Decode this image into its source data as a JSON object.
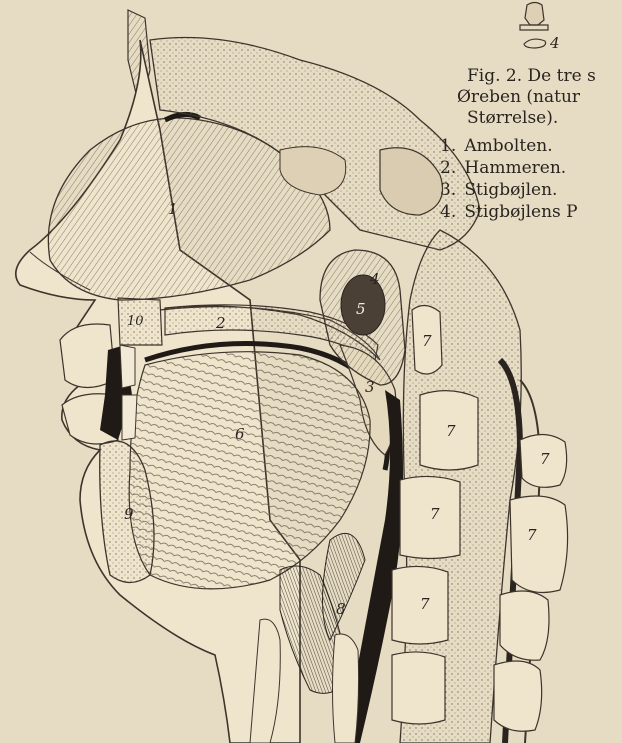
{
  "figure_caption": {
    "fig_line": "Fig. 2.  De tre s",
    "line2": "Øreben (natur",
    "line3": "Størrelse)."
  },
  "legend": [
    {
      "num": "1.",
      "text": "Ambolten."
    },
    {
      "num": "2.",
      "text": "Hammeren."
    },
    {
      "num": "3.",
      "text": "Stigbøjlen."
    },
    {
      "num": "4.",
      "text": "Stigbøjlens P"
    }
  ],
  "small_bone_number": "4",
  "region_labels": [
    "1",
    "2",
    "3",
    "4",
    "5",
    "6",
    "7",
    "7",
    "7",
    "7",
    "7",
    "7",
    "8",
    "9",
    "10"
  ]
}
